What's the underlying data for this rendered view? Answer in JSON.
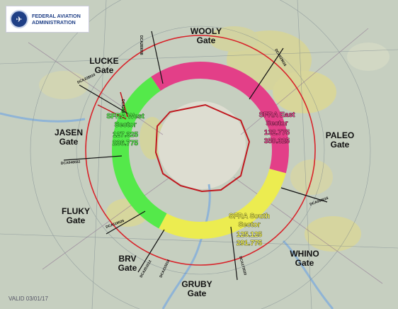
{
  "branding": {
    "agency_line1": "FEDERAL AVIATION",
    "agency_line2": "ADMINISTRATION",
    "seal_icon": "faa-seal-icon"
  },
  "colors": {
    "west_sector": "#54e94a",
    "east_sector": "#e33f88",
    "south_sector": "#ecec50",
    "boundary": "#d8232a",
    "map_base": "#c6cfc0"
  },
  "gates": [
    {
      "id": "wooly",
      "name": "WOOLY",
      "suffix": "Gate"
    },
    {
      "id": "lucke",
      "name": "LUCKE",
      "suffix": "Gate"
    },
    {
      "id": "jasen",
      "name": "JASEN",
      "suffix": "Gate"
    },
    {
      "id": "paleo",
      "name": "PALEO",
      "suffix": "Gate"
    },
    {
      "id": "fluky",
      "name": "FLUKY",
      "suffix": "Gate"
    },
    {
      "id": "brv",
      "name": "BRV",
      "suffix": "Gate"
    },
    {
      "id": "gruby",
      "name": "GRUBY",
      "suffix": "Gate"
    },
    {
      "id": "whino",
      "name": "WHINO",
      "suffix": "Gate"
    }
  ],
  "sectors": {
    "west": {
      "line1": "SFRA West",
      "line2": "Sector",
      "freq1": "127.325",
      "freq2": "236.775"
    },
    "east": {
      "line1": "SFRA East",
      "line2": "Sector",
      "freq1": "132.775",
      "freq2": "350.325"
    },
    "south": {
      "line1": "SFRA South",
      "line2": "Sector",
      "freq1": "125.125",
      "freq2": "291.775"
    }
  },
  "radials": [
    "DCA269008",
    "DCA228010",
    "DCA253",
    "DCA029016",
    "DCA046022",
    "DCA099016",
    "DCA118026",
    "DCA173020",
    "DCA201012",
    "DCA215016"
  ],
  "validity": "VALID 03/01/17"
}
